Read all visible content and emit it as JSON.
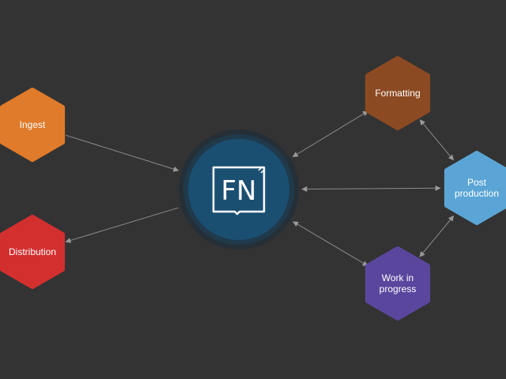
{
  "hub": {
    "label": "FN",
    "icon": "fn-logo-icon",
    "colors": {
      "core": "#1b4f72",
      "ring": "#203a4c",
      "glow": "#252f38"
    }
  },
  "nodes": [
    {
      "id": "ingest",
      "lines": [
        "Ingest"
      ],
      "color": "#e07b2b"
    },
    {
      "id": "distribution",
      "lines": [
        "Distribution"
      ],
      "color": "#d32f2f"
    },
    {
      "id": "formatting",
      "lines": [
        "Formatting"
      ],
      "color": "#8c4a22"
    },
    {
      "id": "post-production",
      "lines": [
        "Post",
        "production"
      ],
      "color": "#5aa5d6"
    },
    {
      "id": "work-in-progress",
      "lines": [
        "Work in",
        "progress"
      ],
      "color": "#5b469e"
    }
  ],
  "links": [
    {
      "from": "ingest",
      "to": "hub",
      "direction": "to"
    },
    {
      "from": "hub",
      "to": "distribution",
      "direction": "to"
    },
    {
      "from": "hub",
      "to": "formatting",
      "direction": "both"
    },
    {
      "from": "hub",
      "to": "post-production",
      "direction": "both"
    },
    {
      "from": "hub",
      "to": "work-in-progress",
      "direction": "both"
    },
    {
      "from": "formatting",
      "to": "post-production",
      "direction": "both"
    },
    {
      "from": "post-production",
      "to": "work-in-progress",
      "direction": "both"
    }
  ]
}
